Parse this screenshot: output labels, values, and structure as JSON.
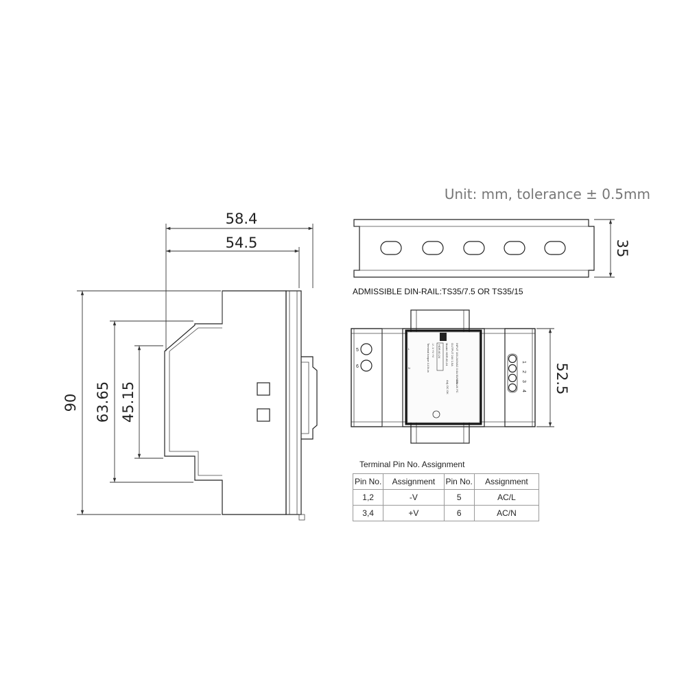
{
  "unit_note": "Unit: mm, tolerance ± 0.5mm",
  "dimensions": {
    "width_overall": "58.4",
    "width_body": "54.5",
    "height_overall": "90",
    "height_step": "63.65",
    "height_front": "45.15",
    "rail_height": "35",
    "depth": "52.5"
  },
  "din_rail_caption": "ADMISSIBLE DIN-RAIL:TS35/7.5 OR TS35/15",
  "terminals": {
    "left": [
      "5",
      "6"
    ],
    "right": [
      "1",
      "2",
      "3",
      "4"
    ]
  },
  "pin_table": {
    "title": "Terminal Pin No.  Assignment",
    "headers": [
      "Pin No.",
      "Assignment",
      "Pin No.",
      "Assignment"
    ],
    "rows": [
      [
        "1,2",
        "-V",
        "5",
        "AC/L"
      ],
      [
        "3,4",
        "+V",
        "6",
        "AC/N"
      ]
    ]
  }
}
